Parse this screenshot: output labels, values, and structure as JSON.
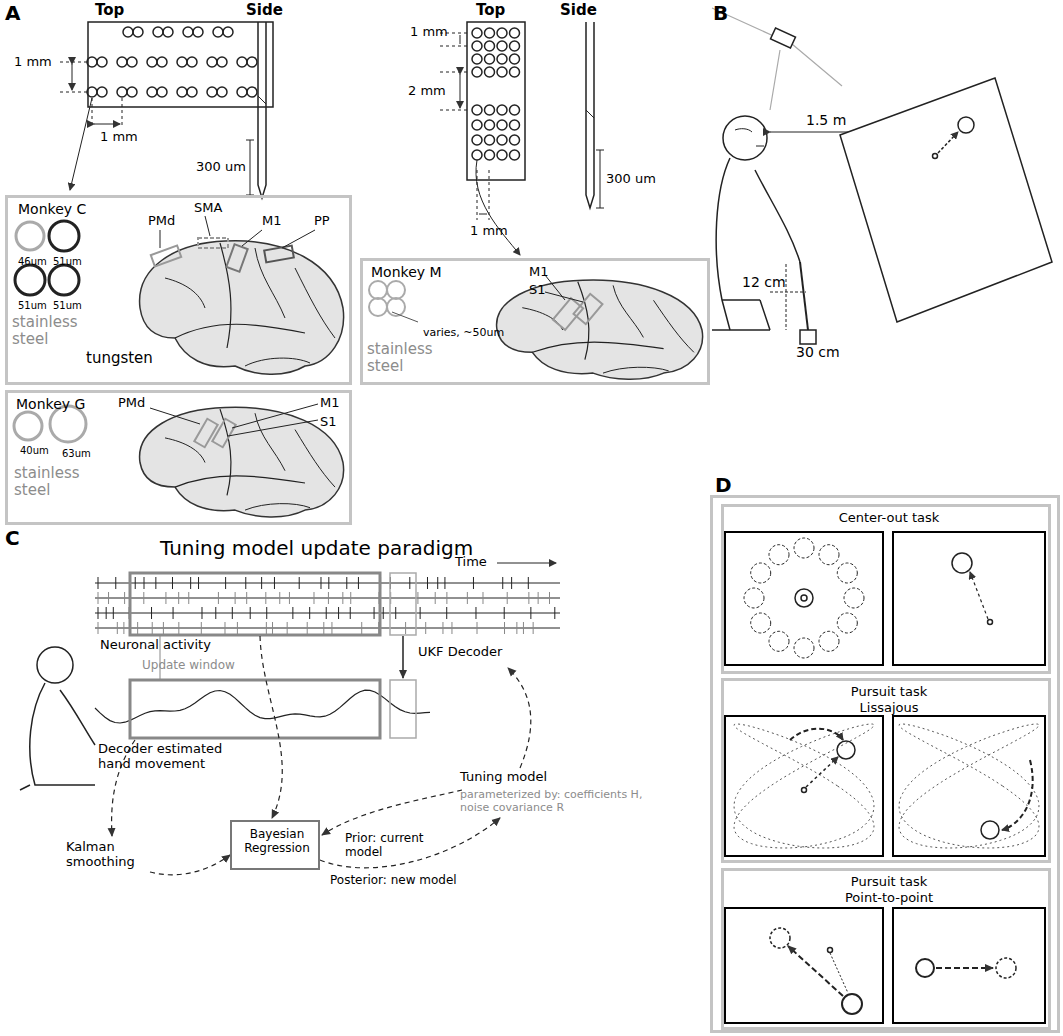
{
  "diagram": {
    "nodes": [
      {
        "text": [
          "Monkey C",
          "46um",
          "51um",
          "51um",
          "51um",
          "stainless steel",
          "tungsten",
          "PMd",
          "SMA",
          "M1",
          "PP"
        ]
      },
      {
        "text": [
          "Monkey M",
          "varies, ~50um",
          "stainless steel",
          "M1",
          "S1"
        ]
      },
      {
        "text": [
          "Monkey G",
          "40um",
          "63um",
          "stainless steel",
          "PMd",
          "M1",
          "S1"
        ]
      },
      {
        "text": [
          "D"
        ]
      },
      {
        "text": [
          "Center-out task"
        ],
        "in": 3
      },
      {
        "text": [
          "Pursuit task",
          "Lissajous"
        ],
        "in": 3
      },
      {
        "text": [
          "Pursuit task",
          "Point-to-point"
        ],
        "in": 3
      },
      {
        "text": [
          "Bayesian Regression"
        ]
      }
    ],
    "labels": [
      "A",
      "Top",
      "Side",
      "1 mm",
      "1 mm",
      "300 um",
      "Top",
      "Side",
      "1 mm",
      "2 mm",
      "300 um",
      "1 mm",
      "B",
      "1.5 m",
      "12 cm",
      "30 cm",
      "C",
      "Tuning model update paradigm",
      "Neuronal activity",
      "Time",
      "Update window",
      "UKF Decoder",
      "Decoder estimated hand movement",
      "Kalman smoothing",
      "Prior: current model",
      "Tuning model",
      "parameterized by: coefficients H, noise covariance R",
      "Posterior: new model"
    ]
  }
}
